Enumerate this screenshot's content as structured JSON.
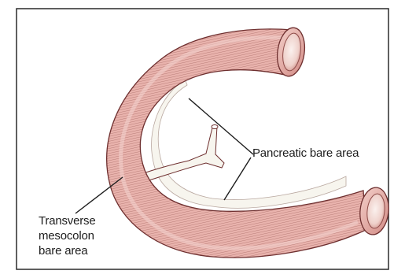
{
  "figure": {
    "labels": {
      "pancreatic": "Pancreatic bare area",
      "transverse_lines": [
        "Transverse",
        "mesocolon",
        "bare area"
      ]
    },
    "colors": {
      "frame": "#2a2a2a",
      "outline": "#6e2f2f",
      "wall": "#d99c96",
      "wall_light": "#f3d6d0",
      "stripes": "#8f4d4a",
      "lumen": "#f6e6e2",
      "bare_area": "#f7f5ee",
      "leader": "#1d1d1d"
    }
  }
}
